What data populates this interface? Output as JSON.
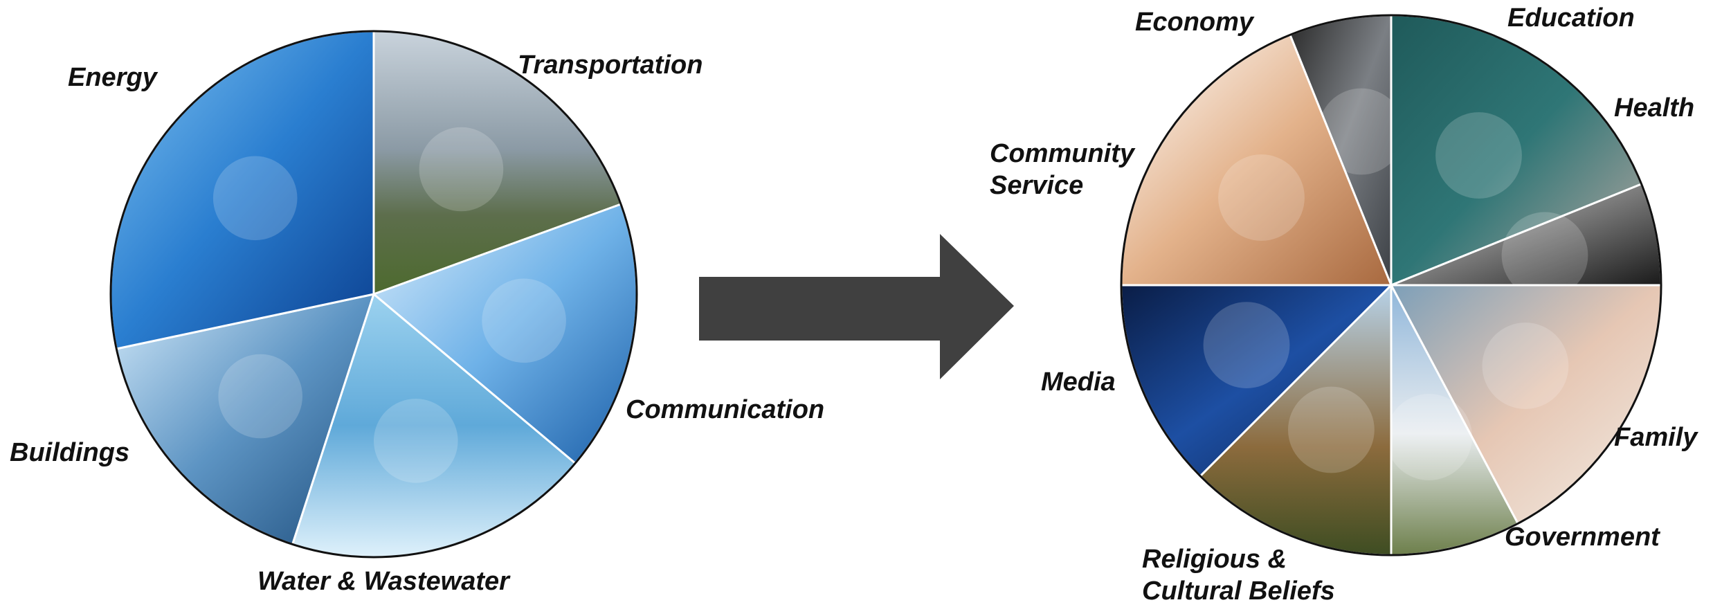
{
  "colors": {
    "arrow": "#404040",
    "label": "#111111",
    "wedge_border": "#111111"
  },
  "left_wheel": {
    "segments": [
      {
        "name": "Transportation",
        "icon": "airplane-highway-photo"
      },
      {
        "name": "Communication",
        "icon": "satellite-globe-handshake-photo"
      },
      {
        "name": "Water & Wastewater",
        "icon": "water-splash-photo"
      },
      {
        "name": "Buildings",
        "icon": "glass-skyscraper-photo"
      },
      {
        "name": "Energy",
        "icon": "wind-turbine-solar-panel-photo"
      }
    ]
  },
  "right_wheel": {
    "segments": [
      {
        "name": "Economy",
        "icon": "coin-stacks-photo"
      },
      {
        "name": "Education",
        "icon": "teacher-chalkboard-photo"
      },
      {
        "name": "Health",
        "icon": "surgeon-mask-photo"
      },
      {
        "name": "Family",
        "icon": "mother-child-photo"
      },
      {
        "name": "Government",
        "icon": "capitol-building-photo"
      },
      {
        "name": "Religious &",
        "line2": "Cultural Beliefs",
        "icon": "church-steeple-photo"
      },
      {
        "name": "Media",
        "icon": "control-room-monitors-photo"
      },
      {
        "name": "Community",
        "line2": "Service",
        "icon": "stacked-hands-photo"
      }
    ]
  }
}
